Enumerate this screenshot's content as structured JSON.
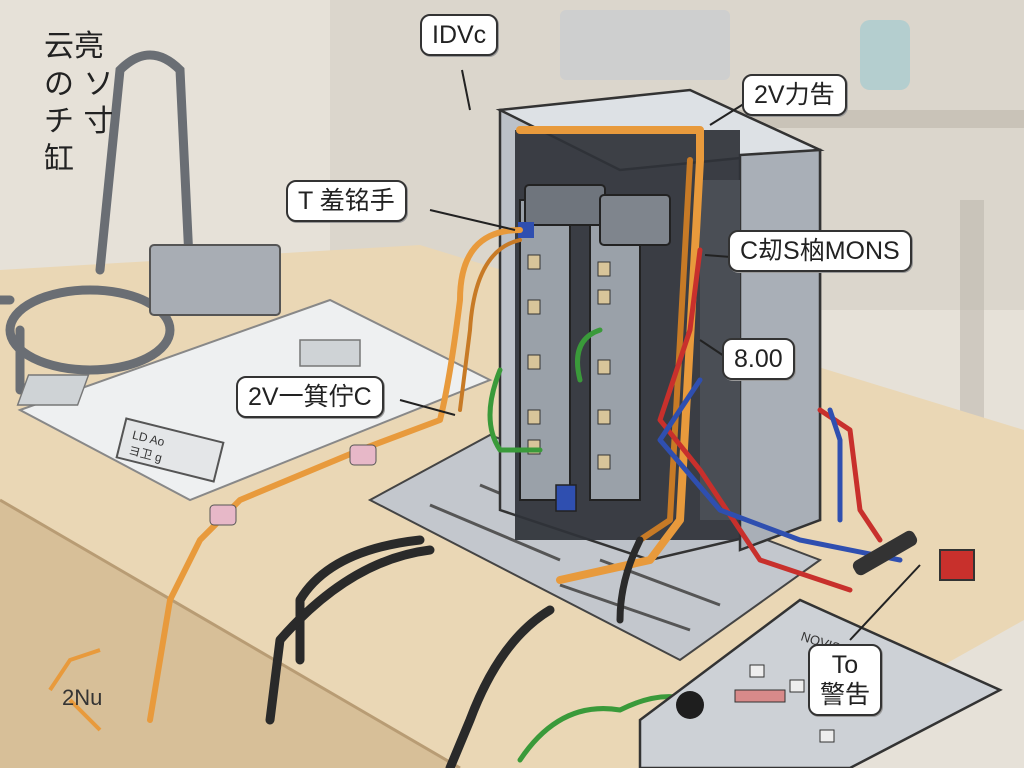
{
  "title_lines": [
    "云亮",
    "の ソ",
    "チ 寸",
    "缸"
  ],
  "callouts": {
    "idvc": "IDVc",
    "v2_top": "2V力吿",
    "t_label": "T 羞铭手",
    "c_mons": "C刧S㭡MONS",
    "value": "8.00",
    "v2_left": "2V一箕佇C",
    "to_label_line1": "To",
    "to_label_line2": "警吿"
  },
  "plate_labels": [
    "LD Ao",
    "ヨ卫 ɡ"
  ],
  "bottom_left_label": "2Nu",
  "device_label": "NOVIS",
  "colors": {
    "wire_orange": "#e89a3c",
    "wire_red": "#c8302c",
    "wire_blue": "#2f4fb0",
    "wire_green": "#3a9a3a",
    "cabinet": "#b9bec6",
    "table": "#e8d4b0"
  }
}
